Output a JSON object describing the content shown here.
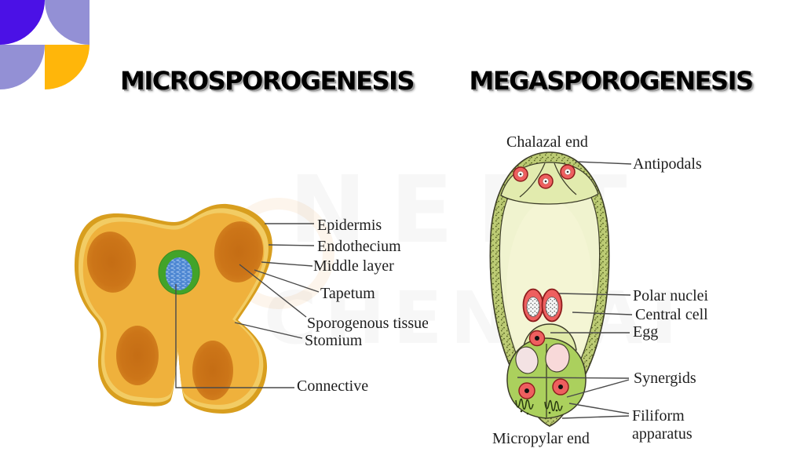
{
  "slide": {
    "titles": {
      "left": "MICROSPOROGENESIS",
      "right": "MEGASPOROGENESIS"
    },
    "watermark": {
      "line1": "NEET",
      "line2": "CHENNAI"
    },
    "logo": {
      "colors": {
        "violet": "#4b11e6",
        "lavender": "#9390d5",
        "amber": "#ffb60a"
      }
    },
    "micro_figure": {
      "name": "Transverse section of anther",
      "labels": {
        "epidermis": "Epidermis",
        "endothecium": "Endothecium",
        "middle_layer": "Middle layer",
        "tapetum": "Tapetum",
        "sporogenous_tissue": "Sporogenous tissue",
        "stomium": "Stomium",
        "connective": "Connective"
      },
      "colors": {
        "rim": "#d89e1e",
        "band": "#f2cc64",
        "body": "#efb13c",
        "pollen_sac": "#cc7518",
        "connective_green": "#42a32a",
        "vascular_blue": "#4d86d2"
      }
    },
    "mega_figure": {
      "name": "Mature embryo sac (ovule)",
      "labels": {
        "chalazal_end": "Chalazal end",
        "antipodals": "Antipodals",
        "polar_nuclei": "Polar nuclei",
        "central_cell": "Central cell",
        "egg": "Egg",
        "synergids": "Synergids",
        "filiform_apparatus": "Filiform\napparatus",
        "micropylar_end": "Micropylar end"
      },
      "colors": {
        "wall_band": "#bccb74",
        "interior": "#f0f3cf",
        "chalazal_chamber": "#e2ebae",
        "nucleus_red": "#ee5f5f",
        "synergid_green": "#abd05d",
        "egg_cell": "#e0eaa8",
        "vacuole_pink": "#f8d9d9"
      }
    }
  }
}
